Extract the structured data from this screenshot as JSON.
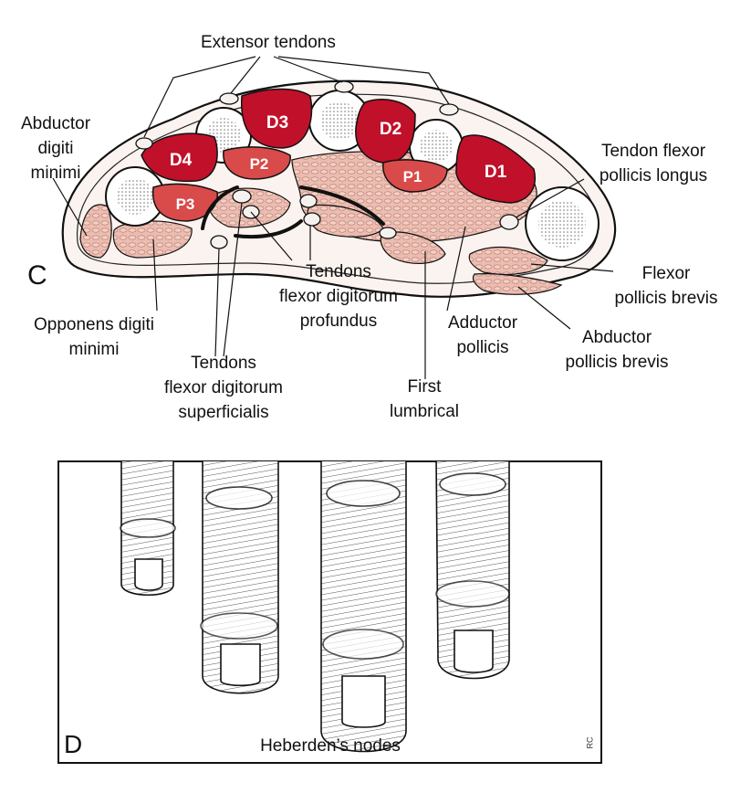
{
  "panel_c": {
    "letter": "C",
    "labels": {
      "extensor_tendons": "Extensor tendons",
      "abductor_digiti_minimi": [
        "Abductor",
        "digiti",
        "minimi"
      ],
      "tendon_flexor_pollicis_longus": [
        "Tendon flexor",
        "pollicis longus"
      ],
      "flexor_pollicis_brevis": [
        "Flexor",
        "pollicis brevis"
      ],
      "abductor_pollicis_brevis": [
        "Abductor",
        "pollicis brevis"
      ],
      "opponens_digiti_minimi": [
        "Opponens digiti",
        "minimi"
      ],
      "tendons_fdp": [
        "Tendons",
        "flexor digitorum",
        "profundus"
      ],
      "adductor_pollicis": [
        "Adductor",
        "pollicis"
      ],
      "tendons_fds": [
        "Tendons",
        "flexor digitorum",
        "superficialis"
      ],
      "first_lumbrical": [
        "First",
        "lumbrical"
      ]
    },
    "interossei": [
      "D1",
      "D2",
      "D3",
      "D4",
      "P1",
      "P2",
      "P3"
    ]
  },
  "panel_d": {
    "letter": "D",
    "caption": "Heberden’s nodes",
    "signature": "RC"
  },
  "colors": {
    "dorsal_interossei": "#c0102a",
    "palmar_interossei": "#d94a4a",
    "thenar_muscle": "#e9b7aa",
    "outline": "#111111"
  }
}
